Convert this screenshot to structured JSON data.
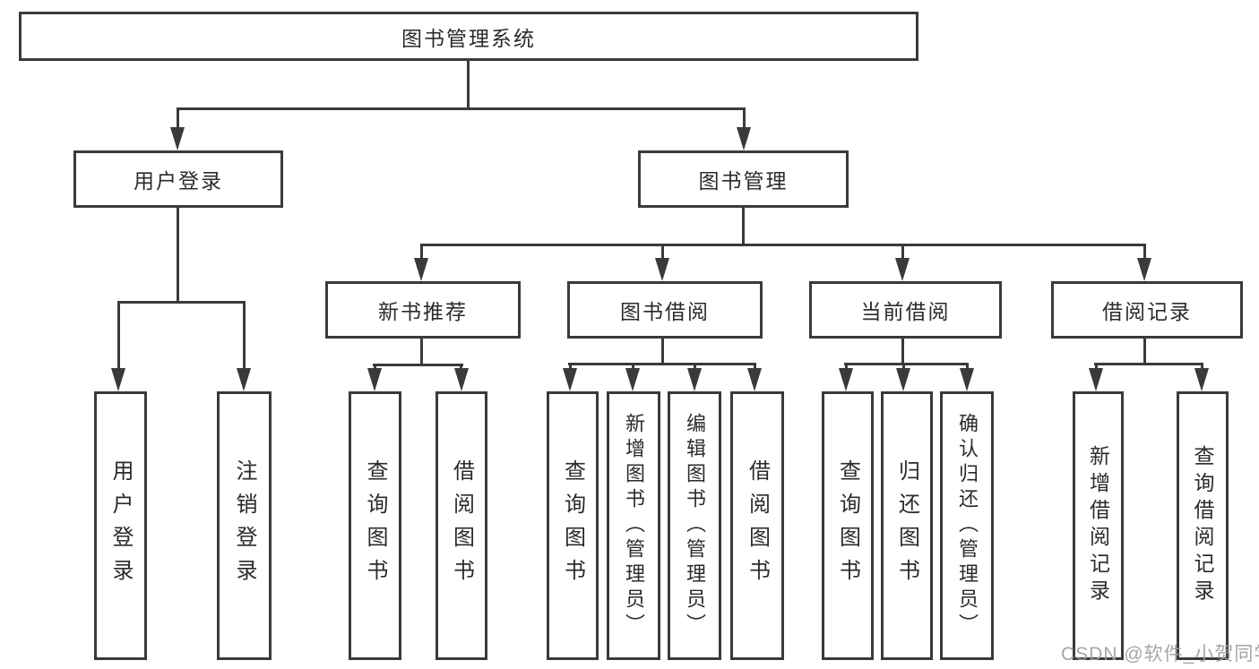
{
  "diagram": {
    "root": {
      "label": "图书管理系统"
    },
    "level2": [
      {
        "label": "用户登录"
      },
      {
        "label": "图书管理"
      }
    ],
    "level3": [
      {
        "label": "新书推荐"
      },
      {
        "label": "图书借阅"
      },
      {
        "label": "当前借阅"
      },
      {
        "label": "借阅记录"
      }
    ],
    "level4": {
      "user": [
        {
          "label": "用户登录"
        },
        {
          "label": "注销登录"
        }
      ],
      "recommend": [
        {
          "label": "查询图书"
        },
        {
          "label": "借阅图书"
        }
      ],
      "borrow": [
        {
          "label": "查询图书"
        },
        {
          "label": "新增图书（管理员）"
        },
        {
          "label": "编辑图书（管理员）"
        },
        {
          "label": "借阅图书"
        }
      ],
      "current": [
        {
          "label": "查询图书"
        },
        {
          "label": "归还图书"
        },
        {
          "label": "确认归还（管理员）"
        }
      ],
      "records": [
        {
          "label": "新增借阅记录"
        },
        {
          "label": "查询借阅记录"
        }
      ]
    },
    "colors": {
      "line": "#3a3a3a",
      "text": "#2b2b2b",
      "background": "#ffffff",
      "watermark": "#9e9e9e"
    }
  },
  "watermark": {
    "text": "CSDN @软件_小贺同学"
  }
}
